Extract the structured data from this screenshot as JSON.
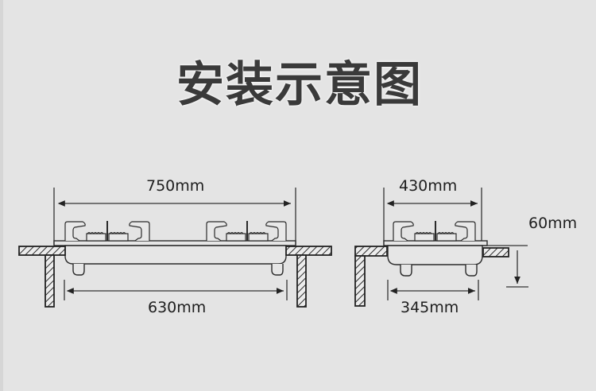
{
  "title": "安装示意图",
  "diagrams": {
    "front_view": {
      "overall_width_label": "750mm",
      "cutout_width_label": "630mm",
      "burner_count": 2
    },
    "side_view": {
      "overall_depth_label": "430mm",
      "cutout_depth_label": "345mm",
      "embed_height_label": "60mm"
    }
  },
  "colors": {
    "background": "#e4e4e4",
    "line": "#2a2a2a",
    "title_text": "#3a3a3a"
  }
}
